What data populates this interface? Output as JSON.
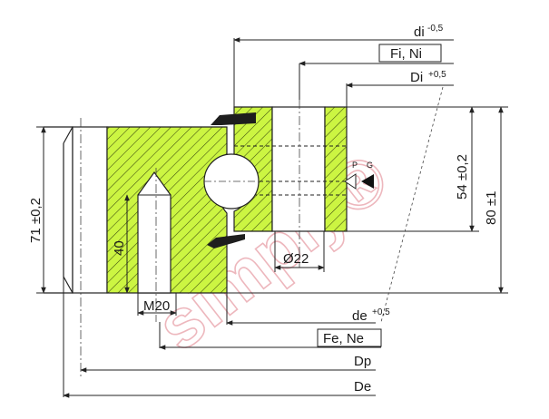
{
  "dimensions": {
    "di": "di",
    "di_tol": "-0,5",
    "fi_ni": "Fi, Ni",
    "Di": "Di",
    "Di_tol": "+0,5",
    "height_inner": "54 ±0,2",
    "height_total": "80 ±1",
    "height_outer": "71 ±0,2",
    "thread_depth": "40",
    "ball": "Ø22",
    "thread": "M20",
    "de": "de",
    "de_tol": "+0,5",
    "fe_ne": "Fe, Ne",
    "Dp": "Dp",
    "De": "De"
  },
  "grease_labels": {
    "p": "P",
    "g": "G"
  },
  "watermark": "simply®",
  "colors": {
    "hatch_fill": "#ccf542",
    "hatch_line": "#3c4a10",
    "seal": "#1e1e1e"
  }
}
